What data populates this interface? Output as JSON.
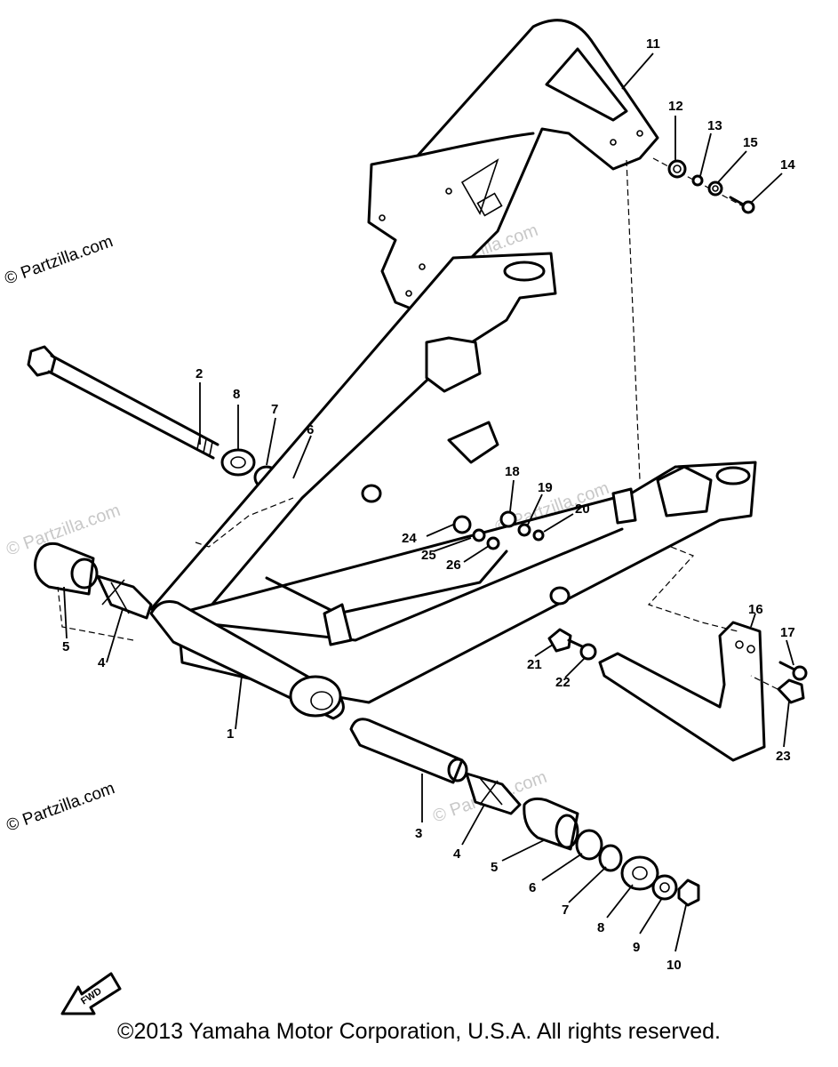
{
  "watermark": {
    "text": "© Partzilla.com"
  },
  "fwd_label": "FWD",
  "copyright": "©2013 Yamaha Motor Corporation, U.S.A. All rights reserved.",
  "callouts": [
    "1",
    "2",
    "3",
    "4",
    "5",
    "6",
    "7",
    "8",
    "9",
    "10",
    "11",
    "12",
    "13",
    "14",
    "15",
    "16",
    "17",
    "18",
    "19",
    "20",
    "21",
    "22",
    "23",
    "24",
    "25",
    "26",
    "4",
    "5",
    "6",
    "7",
    "8"
  ]
}
